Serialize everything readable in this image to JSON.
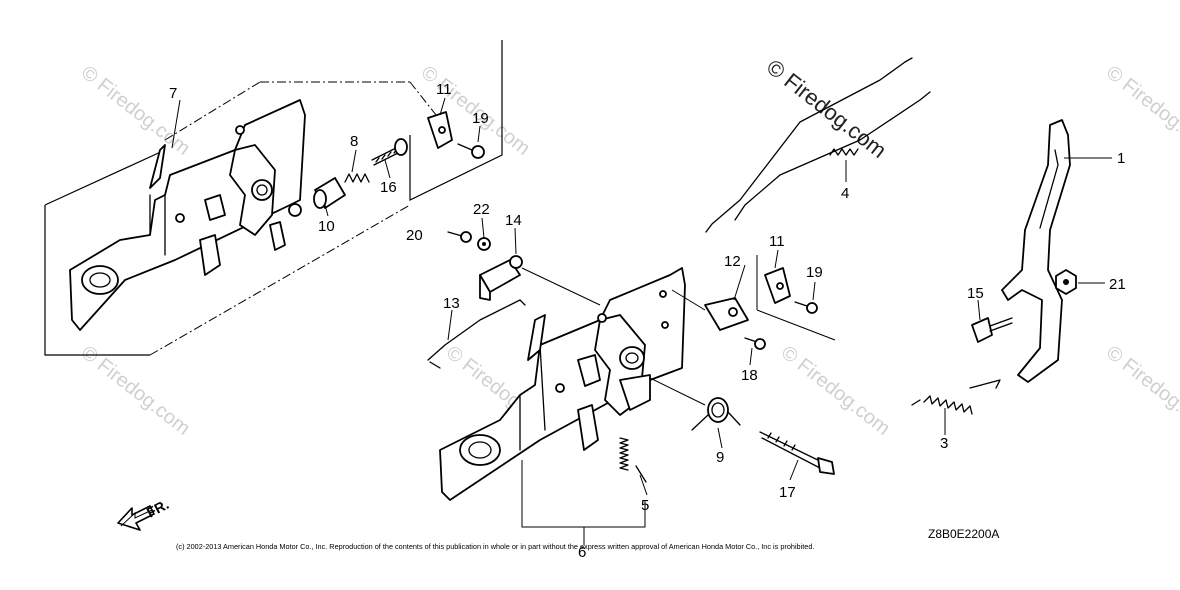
{
  "callouts": {
    "c1": "1",
    "c3": "3",
    "c4": "4",
    "c5": "5",
    "c6": "6",
    "c7": "7",
    "c8": "8",
    "c9": "9",
    "c10": "10",
    "c11a": "11",
    "c11b": "11",
    "c12": "12",
    "c13": "13",
    "c14": "14",
    "c15": "15",
    "c16": "16",
    "c17": "17",
    "c18": "18",
    "c19a": "19",
    "c19b": "19",
    "c20": "20",
    "c21": "21",
    "c22": "22"
  },
  "watermark": {
    "text": "© Firedog.com",
    "top_text": "© Firedog.com"
  },
  "diagram_code": "Z8B0E2200A",
  "direction_label": "FR.",
  "footer": "(c) 2002-2013 American Honda Motor Co., Inc. Reproduction of the contents of this publication in whole or in part without the express written approval of American Honda Motor Co., Inc is prohibited.",
  "icons": {
    "direction": "arrow-front-icon"
  }
}
